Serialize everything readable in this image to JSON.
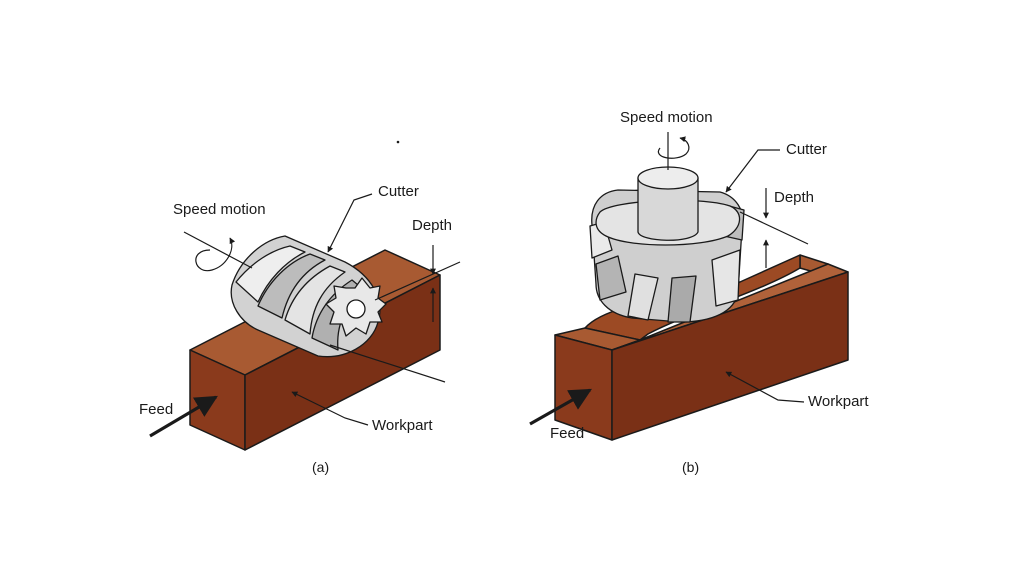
{
  "diagram_a": {
    "caption": "(a)",
    "labels": {
      "speed_motion": "Speed motion",
      "cutter": "Cutter",
      "depth": "Depth",
      "feed": "Feed",
      "workpart": "Workpart"
    }
  },
  "diagram_b": {
    "caption": "(b)",
    "labels": {
      "speed_motion": "Speed motion",
      "cutter": "Cutter",
      "depth": "Depth",
      "feed": "Feed",
      "workpart": "Workpart"
    }
  },
  "colors": {
    "workpart_front": "#8a3a1c",
    "workpart_top": "#a85a32",
    "workpart_side": "#6a2a12",
    "cutter_light": "#e6e6e6",
    "cutter_mid": "#c8c8c8",
    "cutter_dark": "#9a9a9a",
    "outline": "#1a1a1a"
  }
}
